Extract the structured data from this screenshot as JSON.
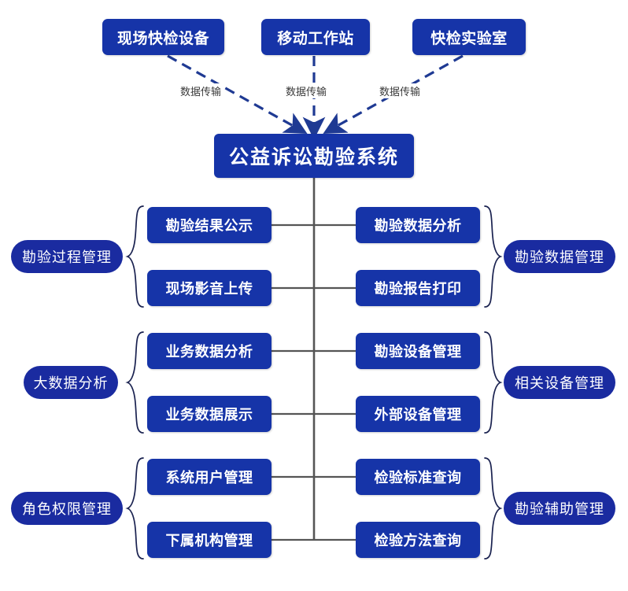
{
  "diagram": {
    "title": "公益诉讼勘验系统",
    "colors": {
      "node_blue": "#1634a8",
      "pill_blue": "#1a2ba0",
      "connector_gray": "#555555",
      "arrow_navy": "#1f3a93",
      "label_text": "#3a3a3a",
      "background": "#ffffff"
    },
    "sources": [
      {
        "label": "现场快检设备",
        "edge_label": "数据传输"
      },
      {
        "label": "移动工作站",
        "edge_label": "数据传输"
      },
      {
        "label": "快检实验室",
        "edge_label": "数据传输"
      }
    ],
    "center": {
      "label": "公益诉讼勘验系统"
    },
    "groups": [
      {
        "side": "left",
        "pill": "勘验过程管理",
        "items": [
          "勘验结果公示",
          "现场影音上传"
        ]
      },
      {
        "side": "right",
        "pill": "勘验数据管理",
        "items": [
          "勘验数据分析",
          "勘验报告打印"
        ]
      },
      {
        "side": "left",
        "pill": "大数据分析",
        "items": [
          "业务数据分析",
          "业务数据展示"
        ]
      },
      {
        "side": "right",
        "pill": "相关设备管理",
        "items": [
          "勘验设备管理",
          "外部设备管理"
        ]
      },
      {
        "side": "left",
        "pill": "角色权限管理",
        "items": [
          "系统用户管理",
          "下属机构管理"
        ]
      },
      {
        "side": "right",
        "pill": "勘验辅助管理",
        "items": [
          "检验标准查询",
          "检验方法查询"
        ]
      }
    ]
  }
}
